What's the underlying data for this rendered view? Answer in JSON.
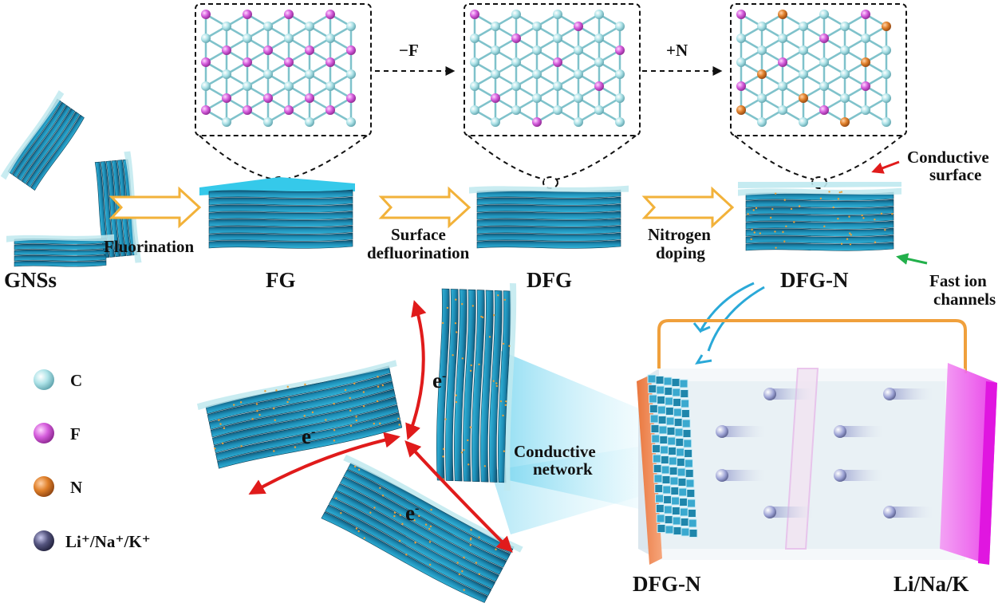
{
  "stages": {
    "gnss": "GNSs",
    "fg": "FG",
    "dfg": "DFG",
    "dfgn": "DFG-N"
  },
  "processes": {
    "fluorination": "Fluorination",
    "surface_defluorination": [
      "Surface",
      "defluorination"
    ],
    "nitrogen_doping": [
      "Nitrogen",
      "doping"
    ],
    "minus_f": "−F",
    "plus_n": "+N"
  },
  "annotations": {
    "conductive_surface": [
      "Conductive",
      "surface"
    ],
    "fast_ion_channels": [
      "Fast ion",
      "channels"
    ],
    "conductive_network": [
      "Conductive",
      "network"
    ],
    "electron": "e",
    "electron_sup": "-"
  },
  "legend": {
    "items": [
      {
        "label": "C",
        "color": "#aee3e8"
      },
      {
        "label": "F",
        "color": "#d55ddc"
      },
      {
        "label": "N",
        "color": "#e0802a"
      },
      {
        "label": "Li⁺/Na⁺/K⁺",
        "color": "#55557f"
      }
    ]
  },
  "battery": {
    "left_electrode": "DFG-N",
    "right_electrode": "Li/Na/K"
  },
  "colors": {
    "sheet": "#1b7fa6",
    "sheet_light": "#bfe9ef",
    "arrow_orange": "#f2b23a",
    "red_arrow": "#e01b1b",
    "green_arrow": "#22b04b",
    "blue_arrow": "#2aa9d8",
    "circuit": "#f0a03c"
  }
}
